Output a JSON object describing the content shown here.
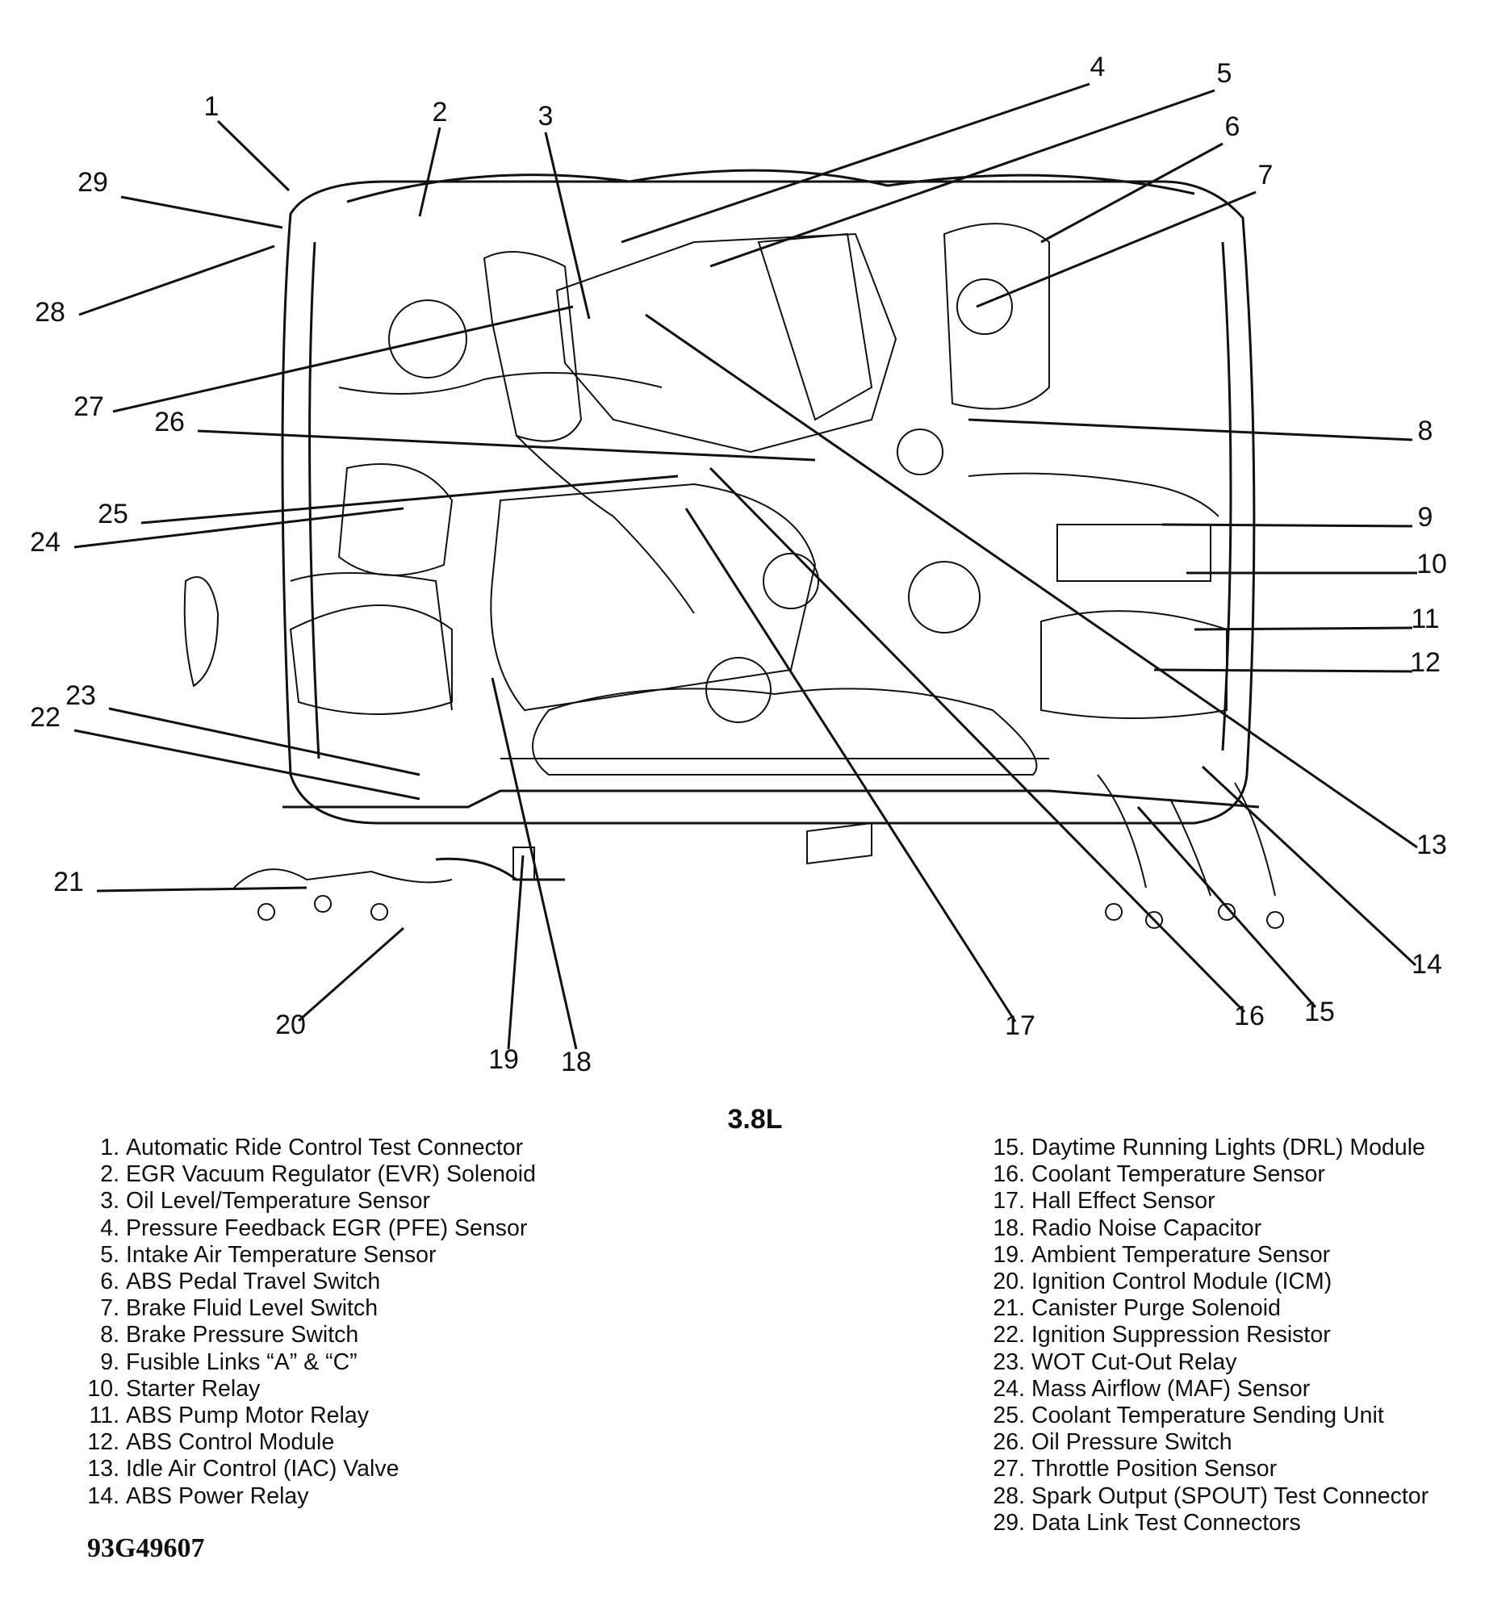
{
  "caption": "3.8L",
  "figure_id": "93G49607",
  "callouts": [
    "1",
    "2",
    "3",
    "4",
    "5",
    "6",
    "7",
    "8",
    "9",
    "10",
    "11",
    "12",
    "13",
    "14",
    "15",
    "16",
    "17",
    "18",
    "19",
    "20",
    "21",
    "22",
    "23",
    "24",
    "25",
    "26",
    "27",
    "28",
    "29"
  ],
  "legend": {
    "left": [
      {
        "num": "1.",
        "label": "Automatic Ride Control Test Connector"
      },
      {
        "num": "2.",
        "label": "EGR Vacuum Regulator (EVR) Solenoid"
      },
      {
        "num": "3.",
        "label": "Oil Level/Temperature Sensor"
      },
      {
        "num": "4.",
        "label": "Pressure Feedback EGR (PFE) Sensor"
      },
      {
        "num": "5.",
        "label": "Intake Air Temperature Sensor"
      },
      {
        "num": "6.",
        "label": "ABS Pedal Travel Switch"
      },
      {
        "num": "7.",
        "label": "Brake Fluid Level Switch"
      },
      {
        "num": "8.",
        "label": "Brake Pressure Switch"
      },
      {
        "num": "9.",
        "label": "Fusible Links “A” & “C”"
      },
      {
        "num": "10.",
        "label": "Starter Relay"
      },
      {
        "num": "11.",
        "label": "ABS Pump Motor Relay"
      },
      {
        "num": "12.",
        "label": "ABS Control Module"
      },
      {
        "num": "13.",
        "label": "Idle Air Control (IAC) Valve"
      },
      {
        "num": "14.",
        "label": "ABS Power Relay"
      }
    ],
    "right": [
      {
        "num": "15.",
        "label": "Daytime Running Lights (DRL) Module"
      },
      {
        "num": "16.",
        "label": "Coolant Temperature Sensor"
      },
      {
        "num": "17.",
        "label": "Hall Effect Sensor"
      },
      {
        "num": "18.",
        "label": "Radio Noise Capacitor"
      },
      {
        "num": "19.",
        "label": "Ambient Temperature Sensor"
      },
      {
        "num": "20.",
        "label": "Ignition Control Module (ICM)"
      },
      {
        "num": "21.",
        "label": "Canister Purge Solenoid"
      },
      {
        "num": "22.",
        "label": "Ignition Suppression Resistor"
      },
      {
        "num": "23.",
        "label": "WOT Cut-Out Relay"
      },
      {
        "num": "24.",
        "label": "Mass Airflow (MAF) Sensor"
      },
      {
        "num": "25.",
        "label": "Coolant Temperature Sending Unit"
      },
      {
        "num": "26.",
        "label": "Oil Pressure Switch"
      },
      {
        "num": "27.",
        "label": "Throttle Position Sensor"
      },
      {
        "num": "28.",
        "label": "Spark Output (SPOUT) Test Connector"
      },
      {
        "num": "29.",
        "label": "Data Link Test Connectors"
      }
    ]
  }
}
